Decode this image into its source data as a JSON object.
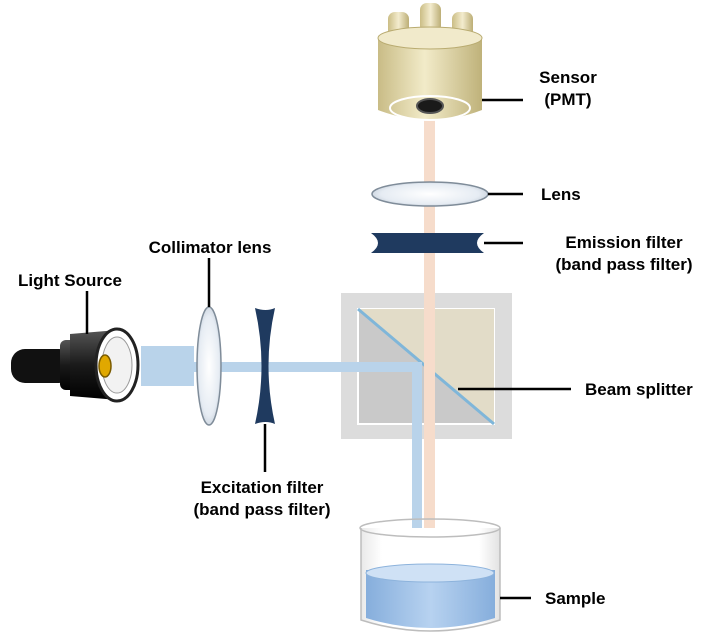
{
  "labels": {
    "sensor_line1": "Sensor",
    "sensor_line2": "(PMT)",
    "lens": "Lens",
    "emission_line1": "Emission filter",
    "emission_line2": "(band pass filter)",
    "beam_splitter": "Beam splitter",
    "sample": "Sample",
    "light_source": "Light Source",
    "collimator": "Collimator lens",
    "excitation_line1": "Excitation filter",
    "excitation_line2": "(band pass filter)"
  },
  "colors": {
    "excitation_light": "#b9d3ea",
    "emission_light": "#f6dccb",
    "filter": "#1f3a5f",
    "splitter_frame": "#dcdcdc",
    "liquid": "#9cc2ea",
    "sensor_body": "#e8dfb3"
  }
}
